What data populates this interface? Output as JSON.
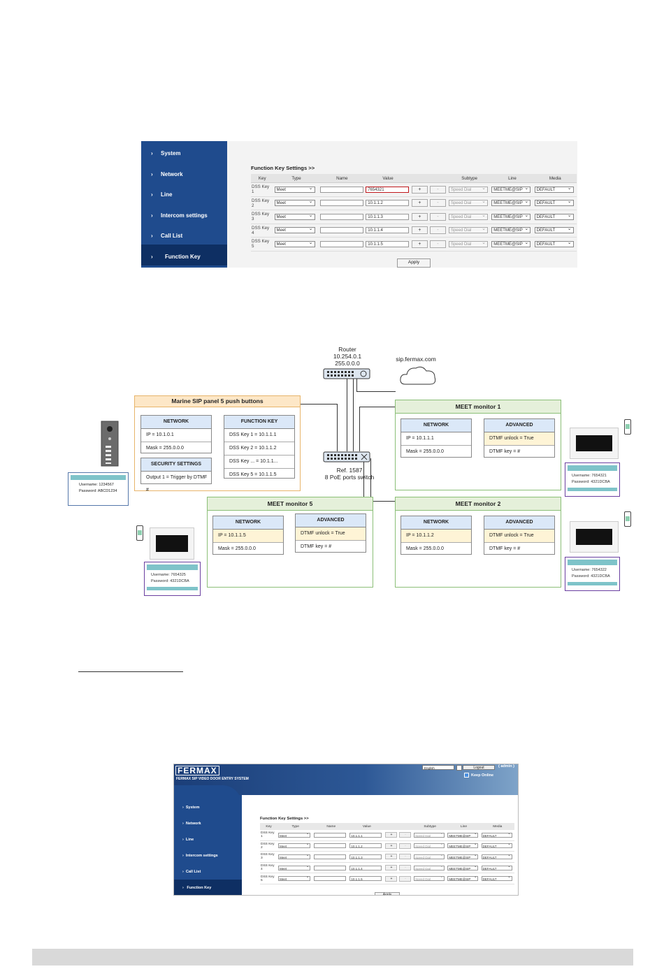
{
  "sidebar": [
    "System",
    "Network",
    "Line",
    "Intercom settings",
    "Call List",
    "Function Key"
  ],
  "fk": {
    "title": "Function Key Settings >>",
    "headers": [
      "Key",
      "Type",
      "Name",
      "Value",
      "Subtype",
      "Line",
      "Media"
    ],
    "rows1": [
      {
        "key1": "DSS Key",
        "key2": "1",
        "type": "Meet",
        "value": "7654321",
        "subtype": "Speed Dial",
        "line": "MEETME@SIP",
        "media": "DEFAULT"
      },
      {
        "key1": "DSS Key",
        "key2": "2",
        "type": "Meet",
        "value": "10.1.1.2",
        "subtype": "Speed Dial",
        "line": "MEETME@SIP",
        "media": "DEFAULT"
      },
      {
        "key1": "DSS Key",
        "key2": "3",
        "type": "Meet",
        "value": "10.1.1.3",
        "subtype": "Speed Dial",
        "line": "MEETME@SIP",
        "media": "DEFAULT"
      },
      {
        "key1": "DSS Key",
        "key2": "4",
        "type": "Meet",
        "value": "10.1.1.4",
        "subtype": "Speed Dial",
        "line": "MEETME@SIP",
        "media": "DEFAULT"
      },
      {
        "key1": "DSS Key",
        "key2": "5",
        "type": "Meet",
        "value": "10.1.1.5",
        "subtype": "Speed Dial",
        "line": "MEETME@SIP",
        "media": "DEFAULT"
      }
    ],
    "rows2": [
      {
        "key1": "DSS Key",
        "key2": "1",
        "type": "Meet",
        "value": "10.1.1.1",
        "subtype": "Speed Dial",
        "line": "MEETME@SIP",
        "media": "DEFAULT"
      },
      {
        "key1": "DSS Key",
        "key2": "2",
        "type": "Meet",
        "value": "10.1.1.2",
        "subtype": "Speed Dial",
        "line": "MEETME@SIP",
        "media": "DEFAULT"
      },
      {
        "key1": "DSS Key",
        "key2": "3",
        "type": "Meet",
        "value": "10.1.1.3",
        "subtype": "Speed Dial",
        "line": "MEETME@SIP",
        "media": "DEFAULT"
      },
      {
        "key1": "DSS Key",
        "key2": "4",
        "type": "Meet",
        "value": "10.1.1.4",
        "subtype": "Speed Dial",
        "line": "MEETME@SIP",
        "media": "DEFAULT"
      },
      {
        "key1": "DSS Key",
        "key2": "5",
        "type": "Meet",
        "value": "10.1.1.5",
        "subtype": "Speed Dial",
        "line": "MEETME@SIP",
        "media": "DEFAULT"
      }
    ],
    "plus": "+",
    "minus": "-",
    "apply": "Apply"
  },
  "diagram": {
    "router": {
      "name": "Router",
      "ip": "10.254.0.1",
      "mask": "255.0.0.0"
    },
    "cloud": "sip.fermax.com",
    "switch": {
      "ref": "Ref. 1587",
      "desc": "8 PoE ports switch"
    },
    "panel": {
      "title": "Marine SIP panel 5 push buttons",
      "network": {
        "title": "NETWORK",
        "ip": "IP = 10.1.0.1",
        "mask": "Mask = 255.0.0.0"
      },
      "security": {
        "title": "SECURITY SETTINGS",
        "output": "Output 1 = Trigger by DTMF #"
      },
      "function_key": {
        "title": "FUNCTION KEY",
        "rows": [
          "DSS Key 1 = 10.1.1.1",
          "DSS Key 2 = 10.1.1.2",
          "DSS Key ... = 10.1.1...",
          "DSS Key 5 = 10.1.1.5"
        ]
      },
      "cred": {
        "user": "Username:  1234567",
        "pass": "Password:  ABCD1234"
      }
    },
    "m1": {
      "title": "MEET monitor 1",
      "net_title": "NETWORK",
      "ip": "IP = 10.1.1.1",
      "mask": "Mask = 255.0.0.0",
      "adv_title": "ADVANCED",
      "dtmf": "DTMF unlock = True",
      "key": "DTMF key = #",
      "user": "Username:  7654321",
      "pass": "Password:  4321DCBA"
    },
    "m2": {
      "title": "MEET monitor 2",
      "net_title": "NETWORK",
      "ip": "IP = 10.1.1.2",
      "mask": "Mask = 255.0.0.0",
      "adv_title": "ADVANCED",
      "dtmf": "DTMF unlock = True",
      "key": "DTMF key = #",
      "user": "Username:  7654322",
      "pass": "Password:  4321DCBA"
    },
    "m5": {
      "title": "MEET monitor 5",
      "net_title": "NETWORK",
      "ip": "IP = 10.1.1.5",
      "mask": "Mask = 255.0.0.0",
      "adv_title": "ADVANCED",
      "dtmf": "DTMF unlock = True",
      "key": "DTMF key = #",
      "user": "Username:  7654325",
      "pass": "Password:  4321DCBA"
    }
  },
  "shot2": {
    "logo": "FERMAX",
    "tagline": "FERMAX SIP VIDEO DOOR ENTRY SYSTEM",
    "language": "English",
    "logout": "Logout",
    "admin": "( admin )",
    "keep_online": "Keep Online"
  },
  "colors": {
    "sidebar": "#1f4b8d",
    "sidebar_active": "#0e2f63",
    "highlight": "#c0161b",
    "panel_border": "#e7b46a",
    "monitor_border": "#8bbf77",
    "header_blue": "#dbe8f8",
    "row_yellow": "#fef4d6"
  }
}
